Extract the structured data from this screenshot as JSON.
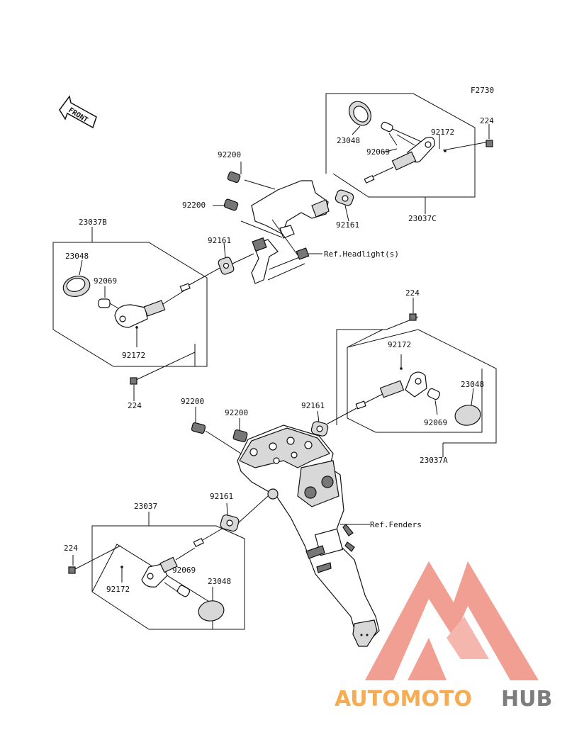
{
  "figure_code": "F2730",
  "front_marker": "FRONT",
  "part_labels": {
    "l_224_tr": "224",
    "l_92172_tr": "92172",
    "l_23048_tr": "23048",
    "l_92069_tr": "92069",
    "l_23037C": "23037C",
    "l_92161_tr": "92161",
    "l_92200_top1": "92200",
    "l_92200_top2": "92200",
    "l_92161_ml": "92161",
    "l_23037B": "23037B",
    "l_23048_ml": "23048",
    "l_92069_ml": "92069",
    "l_92172_ml": "92172",
    "l_224_ml": "224",
    "l_224_mr": "224",
    "l_92172_mr": "92172",
    "l_23048_mr": "23048",
    "l_92069_mr": "92069",
    "l_23037A": "23037A",
    "l_92161_mr": "92161",
    "l_92200_lo1": "92200",
    "l_92200_lo2": "92200",
    "l_92161_bl": "92161",
    "l_23037": "23037",
    "l_224_bl": "224",
    "l_92069_bl": "92069",
    "l_23048_bl": "23048",
    "l_92172_bl": "92172"
  },
  "references": {
    "headlight": "Ref.Headlight(s)",
    "fenders": "Ref.Fenders"
  },
  "watermark": {
    "part1": "AUTOMOTO",
    "part2": "HUB",
    "color_primary": "#f29a8e",
    "color_orange": "#f5a84a",
    "color_dark": "#777777"
  }
}
